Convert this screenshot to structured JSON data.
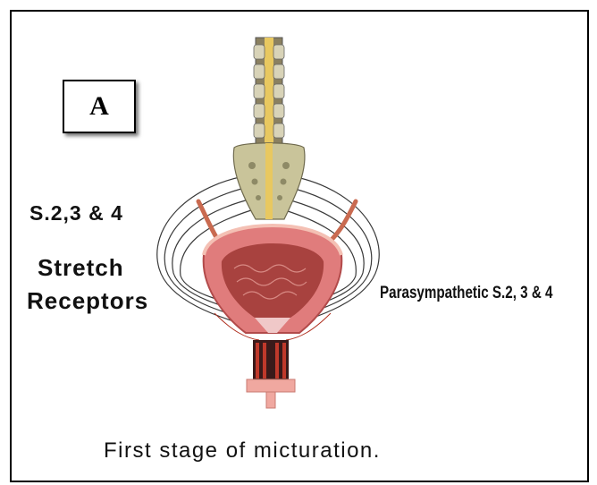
{
  "figure": {
    "panel_label": "A",
    "left_labels": {
      "segments": "S.2,3 & 4",
      "stretch": "Stretch",
      "receptors": "Receptors"
    },
    "right_label": "Parasympathetic S.2, 3 & 4",
    "caption": "First stage of micturation."
  },
  "colors": {
    "frame": "#000000",
    "spinal_cord": "#e8c860",
    "vertebrae": "#b8b48a",
    "bladder_wall": "#d86a6a",
    "bladder_inner": "#a63b3b",
    "nerve_lines": "#333333",
    "red_fibers": "#c0392b"
  }
}
